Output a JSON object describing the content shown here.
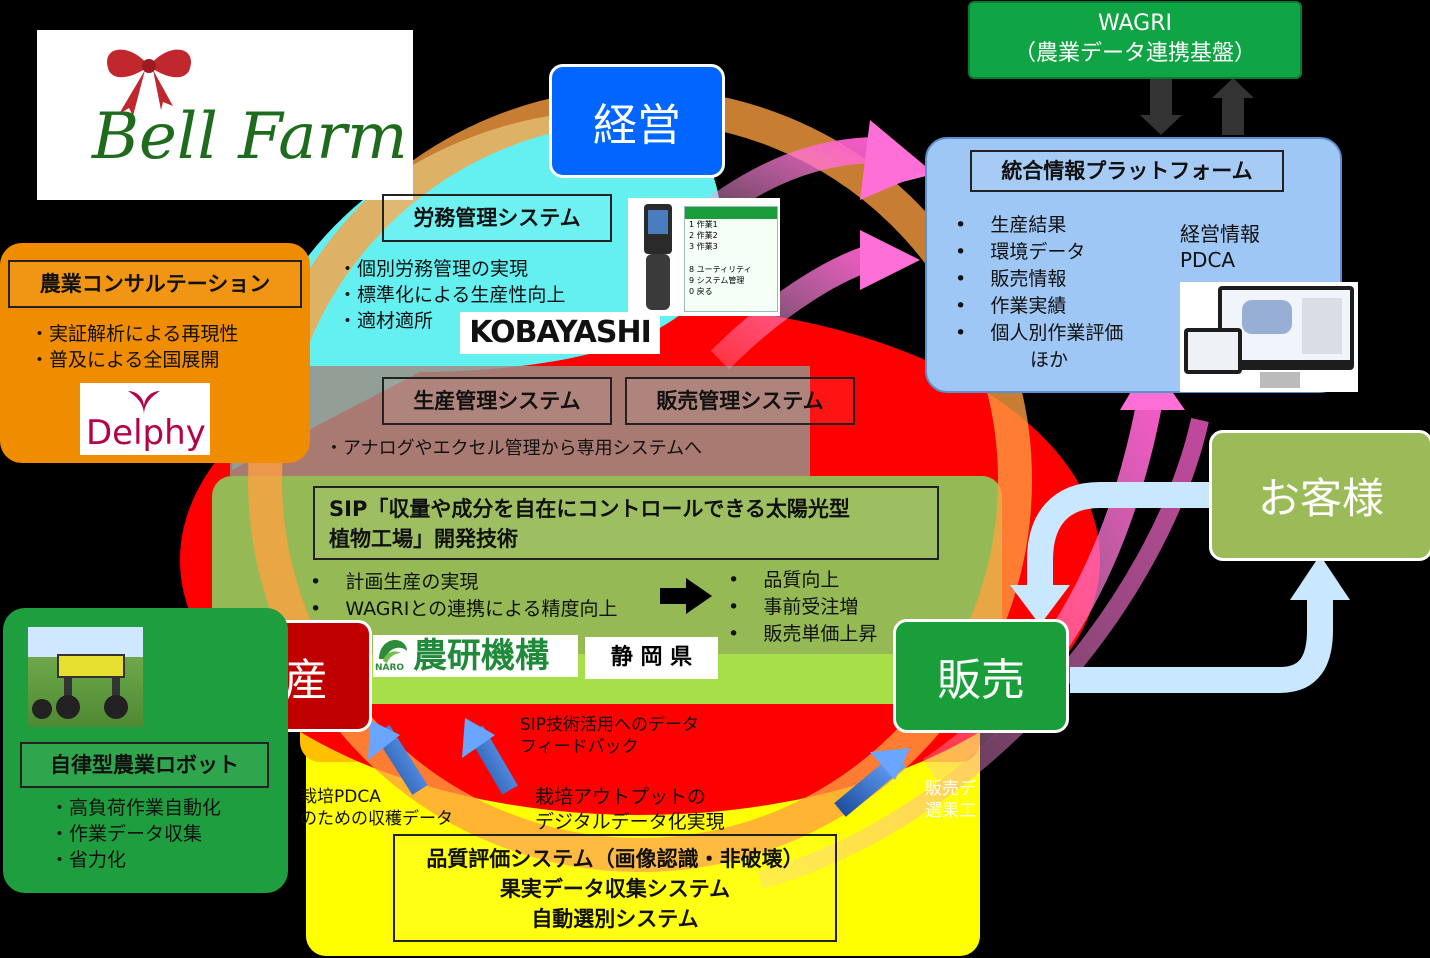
{
  "logo": {
    "bell_farm": "Bell Farm",
    "delphy": "Delphy",
    "kobayashi": "KOBAYASHI",
    "naro": "NARO",
    "noken": "農研機構",
    "shizuoka": "静 岡 県"
  },
  "wagri": {
    "line1": "WAGRI",
    "line2": "（農業データ連携基盤）"
  },
  "platform": {
    "title": "統合情報プラットフォーム",
    "items": [
      "生産結果",
      "環境データ",
      "販売情報",
      "作業実績",
      "個人別作業評価"
    ],
    "items_tail": "ほか",
    "result_line1": "経営情報",
    "result_line2": "PDCA"
  },
  "keys": {
    "keiei": "経営",
    "seisan": "生産",
    "hanbai": "販売",
    "okyakusama": "お客様"
  },
  "consulting": {
    "title": "農業コンサルテーション",
    "items": [
      "・実証解析による再現性",
      "・普及による全国展開"
    ]
  },
  "labor": {
    "title": "労務管理システム",
    "items": [
      "・個別労務管理の実現",
      "・標準化による生産性向上",
      "・適材適所"
    ],
    "device_menu": [
      "1 作業1",
      "2 作業2",
      "3 作業3",
      "8 ユーティリティ",
      "9 システム管理",
      "0 戻る"
    ]
  },
  "production_mgmt": {
    "title": "生産管理システム"
  },
  "sales_mgmt": {
    "title": "販売管理システム"
  },
  "analog_note": "・アナログやエクセル管理から専用システムへ",
  "sip": {
    "title_line1": "SIP「収量や成分を自在にコントロールできる太陽光型",
    "title_line2": "植物工場」開発技術",
    "left_items": [
      "計画生産の実現",
      "WAGRIとの連携による精度向上"
    ],
    "right_items": [
      "品質向上",
      "事前受注増",
      "販売単価上昇"
    ]
  },
  "robot": {
    "title": "自律型農業ロボット",
    "items": [
      "・高負荷作業自動化",
      "・作業データ収集",
      "・省力化"
    ]
  },
  "feedback": {
    "sip_line1": "SIP技術活用へのデータ",
    "sip_line2": "フィードバック",
    "pdca_line1": "栽培PDCA",
    "pdca_line2": "のための収穫データ",
    "output_line1": "栽培アウトプットの",
    "output_line2": "デジタルデータ化実現",
    "sales_line1": "販売デ",
    "sales_line2": "選果工"
  },
  "quality": {
    "line1": "品質評価システム（画像認識・非破壊）",
    "line2": "果実データ収集システム",
    "line3": "自動選別システム"
  },
  "colors": {
    "keiei": "#0066ff",
    "seisan": "#c00000",
    "hanbai": "#1a9e3a",
    "okyakusama": "#9bbb59",
    "wagri": "#10a544",
    "platform": "#9fc7f5",
    "consulting": "#f08c00",
    "robot": "#1e9e3e",
    "yellow": "#ffff00",
    "red": "#ff0000",
    "cyan": "#5fefef",
    "light_blue": "#bde3ff"
  }
}
